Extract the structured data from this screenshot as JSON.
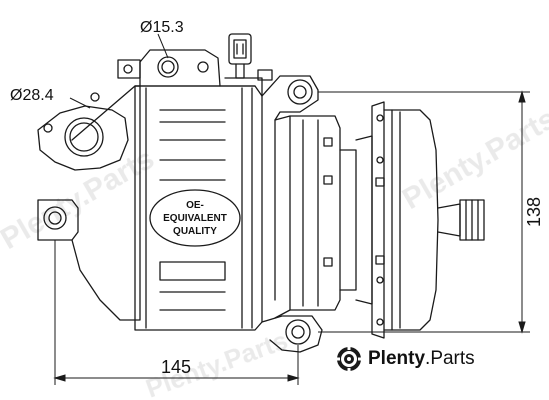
{
  "dimensions": {
    "outlet_port_diameter": "Ø15.3",
    "inlet_port_diameter": "Ø28.4",
    "body_length": "145",
    "pulley_height": "138"
  },
  "badge": {
    "line1": "OE-",
    "line2": "EQUIVALENT",
    "line3": "QUALITY"
  },
  "watermark": {
    "brand_strong": "Plenty",
    "brand_dot": ".",
    "brand_rest": "Parts",
    "faint_text": "Plenty.Parts"
  },
  "colors": {
    "line": "#1a1a1a",
    "watermark": "#d9d9d9"
  }
}
